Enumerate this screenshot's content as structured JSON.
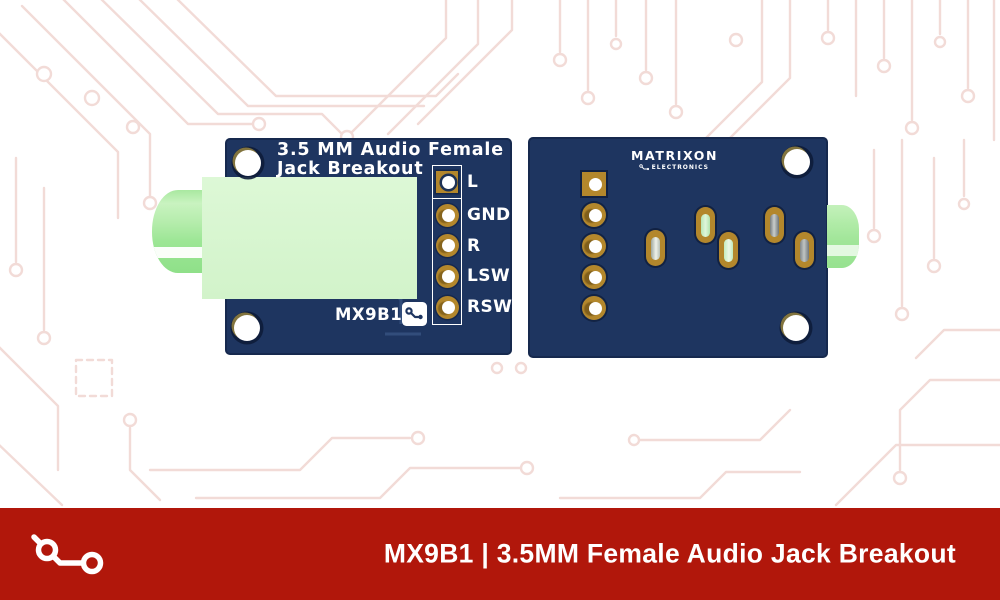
{
  "colors": {
    "navy": "#1e3560",
    "gold": "#b3872c",
    "mint": "#d8f6d1",
    "jack-green": "#9ce595",
    "red": "#b1170b",
    "pattern": "#f2dbd7",
    "silk": "#ffffff"
  },
  "pcb_front": {
    "title_line1": "3.5 MM Audio Female",
    "title_line2": "Jack Breakout",
    "part_number": "MX9B1",
    "pins": [
      "L",
      "GND",
      "R",
      "LSW",
      "RSW"
    ]
  },
  "pcb_back": {
    "brand": "MATRIXON",
    "brand_sub": "ELECTRONICS"
  },
  "banner": {
    "text": "MX9B1 | 3.5MM Female Audio Jack Breakout"
  },
  "icons": {
    "banner_logo": "pcb-trace-icon",
    "silkscreen_chip": "pcb-trace-icon",
    "brand_mark": "pcb-trace-icon"
  }
}
